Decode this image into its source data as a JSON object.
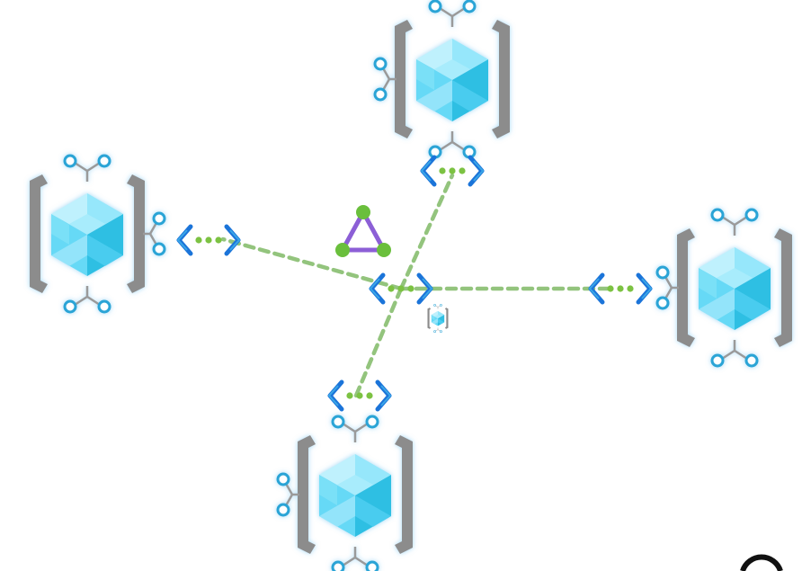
{
  "diagram": {
    "type": "hub-and-spoke network topology",
    "hub": {
      "icon": "peering-connector-icon",
      "secondary_icons": [
        "network-manager-icon",
        "virtual-network-icon"
      ]
    },
    "spokes": [
      {
        "position": "top",
        "icon": "virtual-network-icon",
        "connector_icon": "peering-connector-icon"
      },
      {
        "position": "left",
        "icon": "virtual-network-icon",
        "connector_icon": "peering-connector-icon"
      },
      {
        "position": "right",
        "icon": "virtual-network-icon",
        "connector_icon": "peering-connector-icon"
      },
      {
        "position": "bottom",
        "icon": "virtual-network-icon",
        "connector_icon": "peering-connector-icon"
      }
    ],
    "link_style": "dashed",
    "colors": {
      "link": "#93c47d",
      "bracket": "#8c8c8c",
      "cube_light": "#9ee8fb",
      "cube_mid": "#5cd3f3",
      "cube_dark": "#2fb6dc",
      "node_ring": "#2aa4d6",
      "chevron": "#1b74d9",
      "chevron_light": "#50c8f0",
      "dot": "#7cc242",
      "triangle_line": "#8c5fd6",
      "triangle_node": "#6abf3c"
    }
  }
}
